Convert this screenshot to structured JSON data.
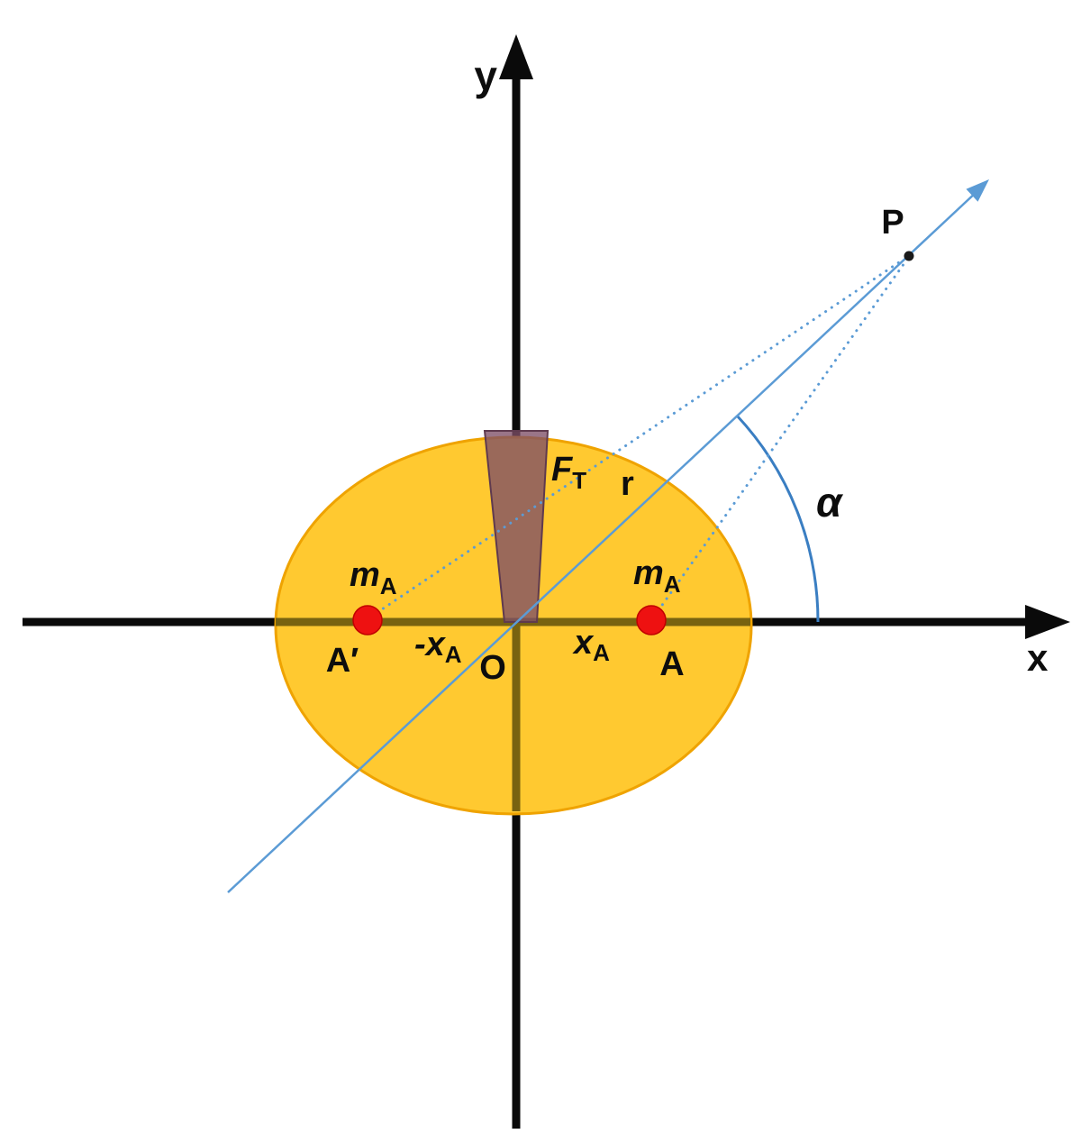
{
  "labels": {
    "y_axis": "y",
    "x_axis": "x",
    "origin": "O",
    "point_A_prime": "A′",
    "point_A": "A",
    "mass_left": {
      "main": "m",
      "sub": "A"
    },
    "mass_right": {
      "main": "m",
      "sub": "A"
    },
    "coord_neg": {
      "main": "-x",
      "sub": "A"
    },
    "coord_pos": {
      "main": "x",
      "sub": "A"
    },
    "force": {
      "main": "F",
      "sub": "T"
    },
    "radius": "r",
    "point_P": "P",
    "angle": "α"
  },
  "colors": {
    "axis": "#0a0a0a",
    "axis_in_body": "#786310",
    "ellipse_fill": "#FFC930",
    "ellipse_stroke": "#EFA300",
    "wedge_fill": "#7E4E66",
    "wedge_stroke": "#5F3A4E",
    "line_blue": "#5B9BD5",
    "arc_blue": "#3A7EC2",
    "mass_dot_fill": "#EE1111",
    "mass_dot_stroke": "#C00000",
    "point_dot": "#1A1A1A"
  }
}
